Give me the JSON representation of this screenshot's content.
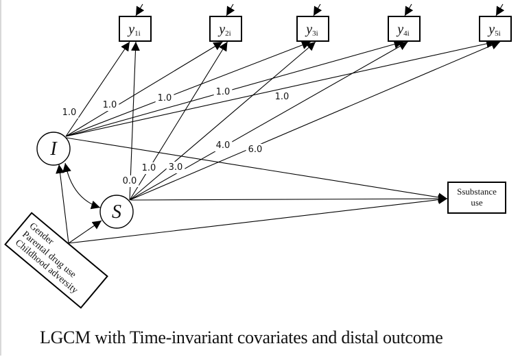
{
  "caption": "LGCM with Time-invariant covariates and distal outcome",
  "latent": {
    "intercept": {
      "label": "I"
    },
    "slope": {
      "label": "S"
    }
  },
  "observed": [
    {
      "name": "y1",
      "base": "y",
      "sub": "1i"
    },
    {
      "name": "y2",
      "base": "y",
      "sub": "2i"
    },
    {
      "name": "y3",
      "base": "y",
      "sub": "3i"
    },
    {
      "name": "y4",
      "base": "y",
      "sub": "4i"
    },
    {
      "name": "y5",
      "base": "y",
      "sub": "5i"
    }
  ],
  "intercept_loadings": [
    "1.0",
    "1.0",
    "1.0",
    "1.0",
    "1.0"
  ],
  "slope_loadings": [
    "0.0",
    "1.0",
    "3.0",
    "4.0",
    "6.0"
  ],
  "covariates": {
    "lines": [
      "Gender",
      "Parental drug use",
      "Childhood adversity"
    ]
  },
  "outcome": {
    "lines": [
      "Ssubstance",
      "use"
    ]
  }
}
